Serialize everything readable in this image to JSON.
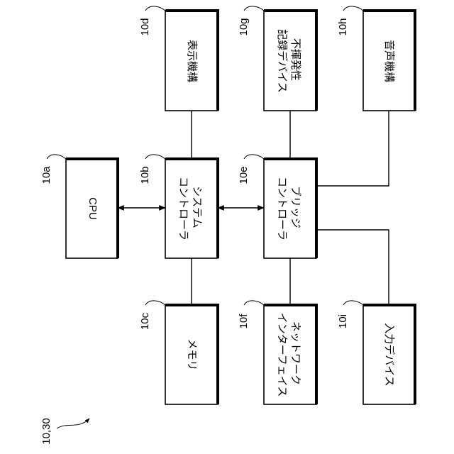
{
  "figure_ref": "10,30",
  "blocks": {
    "cpu": {
      "ref": "10a",
      "lines": [
        "CPU"
      ]
    },
    "system_controller": {
      "ref": "10b",
      "lines": [
        "システム",
        "コントローラ"
      ]
    },
    "memory": {
      "ref": "10c",
      "lines": [
        "メモリ"
      ]
    },
    "display": {
      "ref": "10d",
      "lines": [
        "表示機構"
      ]
    },
    "bridge_controller": {
      "ref": "10e",
      "lines": [
        "ブリッジ",
        "コントローラ"
      ]
    },
    "network_interface": {
      "ref": "10f",
      "lines": [
        "ネットワーク",
        "インターフェイス"
      ]
    },
    "nonvolatile_storage": {
      "ref": "10g",
      "lines": [
        "不揮発性",
        "記録デバイス"
      ]
    },
    "audio": {
      "ref": "10h",
      "lines": [
        "音声機構"
      ]
    },
    "input_device": {
      "ref": "10i",
      "lines": [
        "入力デバイス"
      ]
    }
  }
}
